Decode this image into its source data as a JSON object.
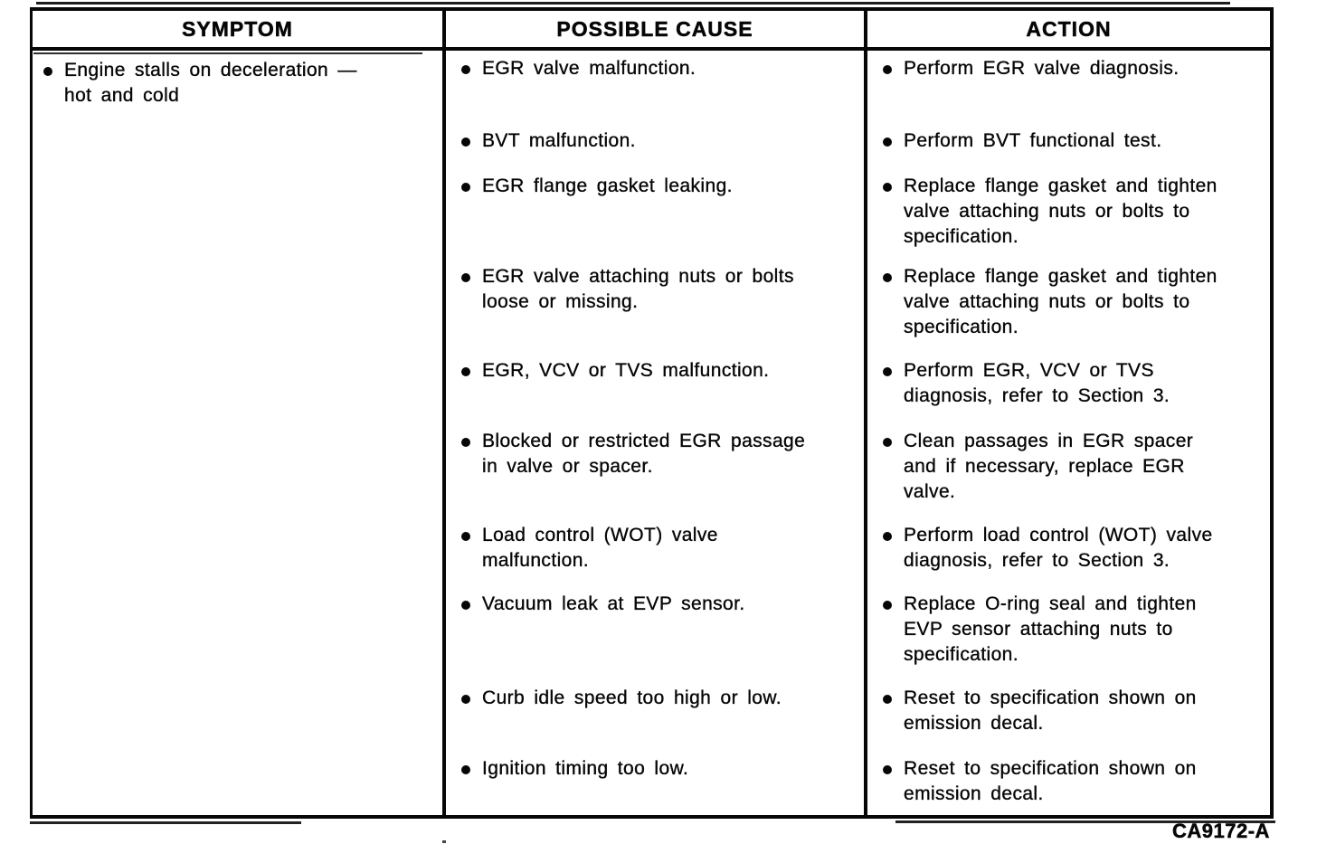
{
  "page": {
    "figure_code": "CA9172-A"
  },
  "table": {
    "headers": {
      "symptom": "SYMPTOM",
      "cause": "POSSIBLE CAUSE",
      "action": "ACTION"
    },
    "symptom_lines": [
      "Engine stalls on deceleration —",
      "hot and cold"
    ],
    "rows": [
      {
        "cause_lines": [
          "EGR valve malfunction."
        ],
        "action_lines": [
          "Perform EGR valve diagnosis."
        ]
      },
      {
        "cause_lines": [
          "BVT malfunction."
        ],
        "action_lines": [
          "Perform BVT functional test."
        ]
      },
      {
        "cause_lines": [
          "EGR flange gasket leaking."
        ],
        "action_lines": [
          "Replace flange gasket and tighten",
          "valve attaching nuts or bolts to",
          "specification."
        ]
      },
      {
        "cause_lines": [
          "EGR valve attaching nuts or bolts",
          "loose or missing."
        ],
        "action_lines": [
          "Replace flange gasket and tighten",
          "valve attaching nuts or bolts to",
          "specification."
        ]
      },
      {
        "cause_lines": [
          "EGR, VCV or TVS malfunction."
        ],
        "action_lines": [
          "Perform EGR, VCV or TVS",
          "diagnosis, refer to Section 3."
        ]
      },
      {
        "cause_lines": [
          "Blocked or restricted EGR passage",
          "in valve or spacer."
        ],
        "action_lines": [
          "Clean passages in EGR spacer",
          "and if necessary, replace EGR",
          "valve."
        ]
      },
      {
        "cause_lines": [
          "Load control (WOT) valve",
          "malfunction."
        ],
        "action_lines": [
          "Perform load control (WOT) valve",
          "diagnosis, refer to Section 3."
        ]
      },
      {
        "cause_lines": [
          "Vacuum leak at EVP sensor."
        ],
        "action_lines": [
          "Replace O-ring seal and tighten",
          "EVP sensor attaching nuts to",
          "specification."
        ]
      },
      {
        "cause_lines": [
          "Curb idle speed too high or low."
        ],
        "action_lines": [
          "Reset to specification shown on",
          "emission decal."
        ]
      },
      {
        "cause_lines": [
          "Ignition timing too low."
        ],
        "action_lines": [
          "Reset to specification shown on",
          "emission decal."
        ]
      }
    ]
  }
}
